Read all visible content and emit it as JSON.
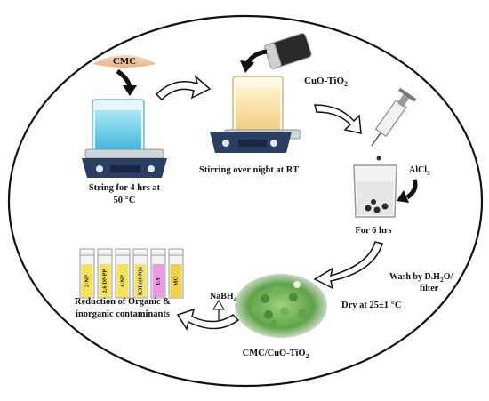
{
  "labels": {
    "cmc": "CMC",
    "cuo_tio2": "CuO-TiO",
    "cuo_tio2_sub": "2",
    "step1_line1": "String for 4 hrs at",
    "step1_line2": "50 °C",
    "step2": "Stirring over night at RT",
    "alcl": "AlCl",
    "alcl_sub": "3",
    "step3": "For 6 hrs",
    "wash_line1": "Wash by D.H",
    "wash_sub": "2",
    "wash_line1b": "O/",
    "wash_line2": "filter",
    "dry": "Dry at 25±1 °C",
    "product": "CMC/CuO-TiO",
    "product_sub": "2",
    "nabh": "NaBH",
    "nabh_sub": "4",
    "reduction_line1": "Reduction of  Organic &",
    "reduction_line2": "inorganic contaminants"
  },
  "vials": [
    {
      "label": "2-NP",
      "color": "#f3e25a"
    },
    {
      "label": "2,6 DNPP",
      "color": "#f3e25a"
    },
    {
      "label": "4-NP",
      "color": "#f3e25a"
    },
    {
      "label": "K3Fe(CN)6",
      "color": "#f1e468"
    },
    {
      "label": "EY",
      "color": "#e99ae0"
    },
    {
      "label": "MO",
      "color": "#f0d24a"
    }
  ],
  "colors": {
    "ellipse_stroke": "#111111",
    "stirrer_body": "#2b3f63",
    "beaker_water": "#6fd1ea",
    "beaker_yellow": "#f7dfa6",
    "product_green": "#5fa34a",
    "cmc_powder": "#f2c9a3"
  }
}
